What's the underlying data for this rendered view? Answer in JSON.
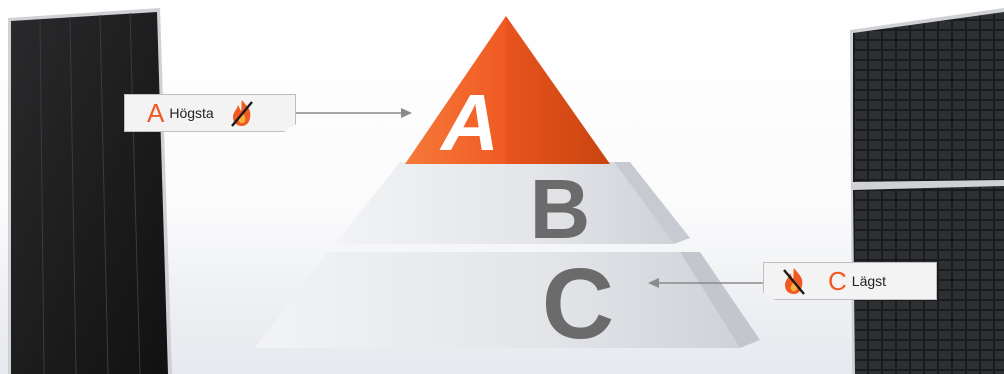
{
  "pyramid": {
    "top_letter": "A",
    "middle_letter": "B",
    "bottom_letter": "C",
    "colors": {
      "top": "#f05a22",
      "tier": "#e4e6ea",
      "letter": "#6b6b6b"
    }
  },
  "callouts": {
    "top": {
      "letter": "A",
      "label": "Högsta",
      "icon": "fire-crossed-icon"
    },
    "bottom": {
      "letter": "C",
      "label": "Lägst",
      "icon": "fire-crossed-icon"
    }
  },
  "panels": {
    "left": "black-solar-panel",
    "right": "monocrystalline-solar-panel"
  }
}
